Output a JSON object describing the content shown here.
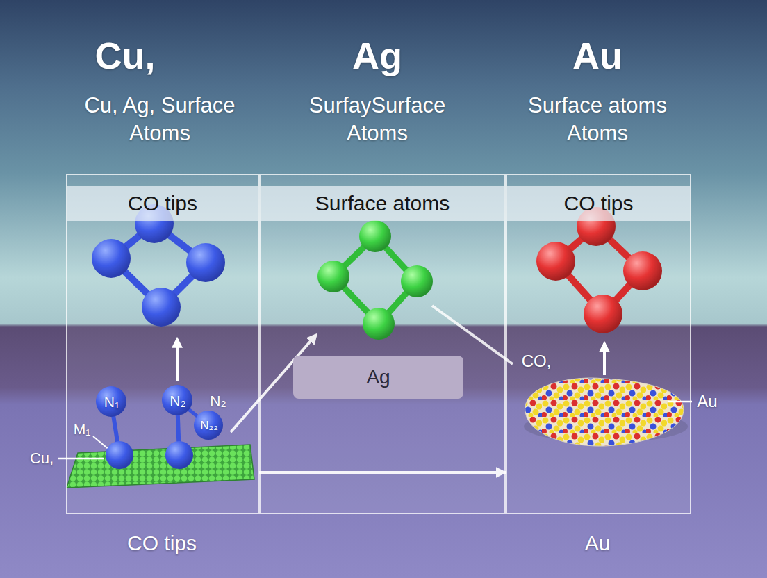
{
  "diagram": {
    "nodes": [
      {
        "text": [
          "CO tips"
        ]
      },
      {
        "text": [
          "Surface atoms"
        ]
      },
      {
        "text": [
          "CO tips"
        ]
      },
      {
        "text": [
          "Ag"
        ],
        "in": 1
      }
    ],
    "edges": [
      {
        "from": 0,
        "to": 2,
        "arrow": "to"
      }
    ],
    "labels": [
      "Cu,",
      "Ag",
      "Au",
      "Cu, Ag, Surface Atoms",
      "SurfaySurface Atoms",
      "Surface atoms Atoms",
      "N₁",
      "N₂",
      "N₂",
      "N₂₂",
      "M₁",
      "Cu,",
      "CO,",
      "Au",
      "CO tips",
      "Au"
    ]
  }
}
